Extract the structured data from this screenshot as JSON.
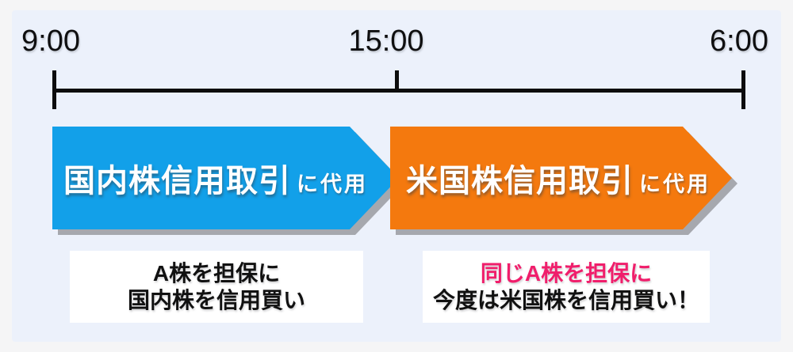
{
  "timeline": {
    "start_label": "9:00",
    "mid_label": "15:00",
    "end_label": "6:00"
  },
  "arrows": [
    {
      "title": "国内株信用取引",
      "suffix": "に代用",
      "color": "#12a0e9"
    },
    {
      "title": "米国株信用取引",
      "suffix": "に代用",
      "color": "#f4790e"
    }
  ],
  "notes": [
    {
      "line1": "A株を担保に",
      "line2": "国内株を信用買い",
      "line1_color": "#111111",
      "line2_color": "#111111"
    },
    {
      "line1": "同じA株を担保に",
      "line2": "今度は米国株を信用買い！",
      "line1_color": "#f01e6b",
      "line2_color": "#111111"
    }
  ],
  "colors": {
    "page_background": "#f5f5f6",
    "panel_background": "#ecf1fb",
    "axis": "#0d0d0d",
    "arrow_blue": "#12a0e9",
    "arrow_orange": "#f4790e",
    "arrow_shadow": "#a6a8ae",
    "note_background": "#ffffff",
    "accent_pink": "#f01e6b",
    "text_black": "#111111",
    "text_white": "#ffffff"
  }
}
